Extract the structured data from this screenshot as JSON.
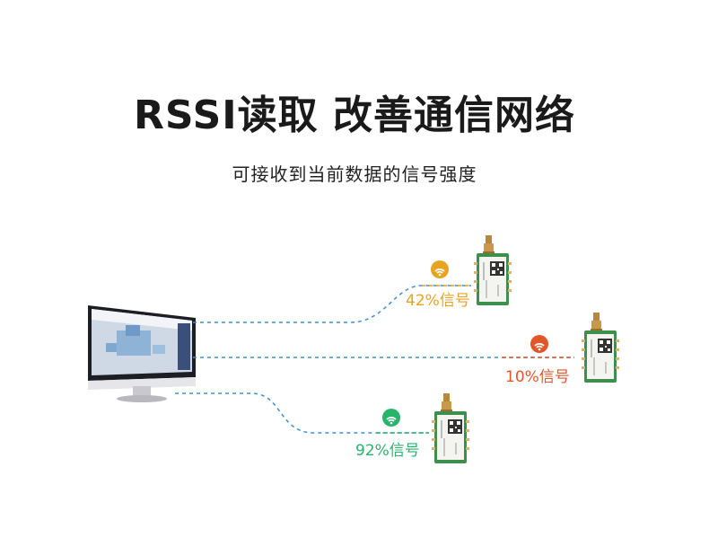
{
  "header": {
    "title": "RSSI读取 改善通信网络",
    "subtitle": "可接收到当前数据的信号强度"
  },
  "signals": [
    {
      "label": "42%信号",
      "color": "#e8a321"
    },
    {
      "label": "10%信号",
      "color": "#e2562a"
    },
    {
      "label": "92%信号",
      "color": "#27b56b"
    }
  ],
  "link_color": "#3e8fd0",
  "icons": [
    "monitor-icon",
    "wifi-icon",
    "radio-module-icon",
    "antenna-icon"
  ]
}
